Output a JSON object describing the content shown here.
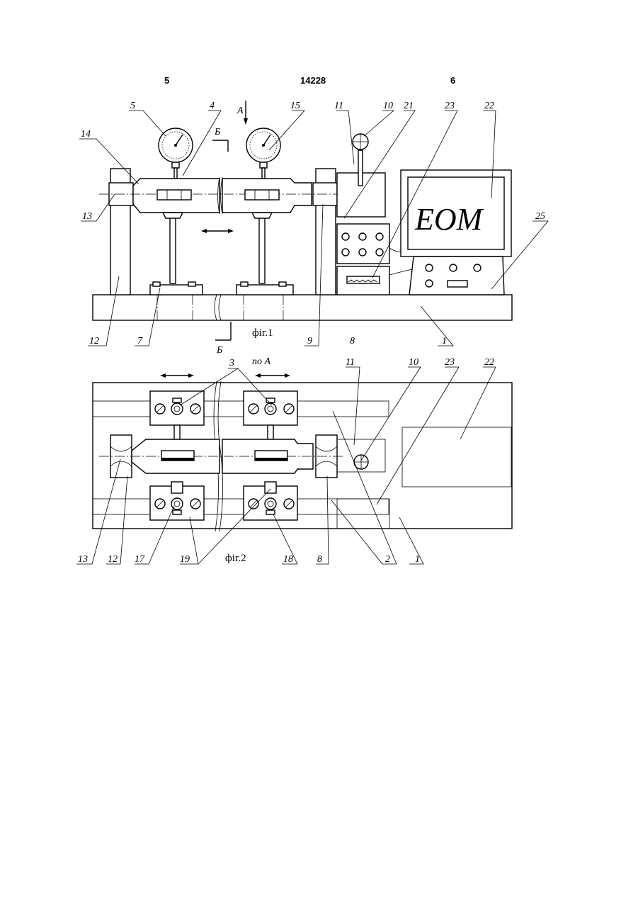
{
  "header": {
    "page_left": "5",
    "patent_number": "14228",
    "page_right": "6"
  },
  "figures": {
    "fig1_caption": "фіг.1",
    "fig2_caption": "фіг.2",
    "section_mark": "Б",
    "view_mark": "А",
    "view_label": "по А",
    "computer_label": "ЕОМ"
  },
  "fig1_labels": {
    "n5": "5",
    "n4": "4",
    "n15": "15",
    "n11": "11",
    "n10": "10",
    "n21": "21",
    "n23": "23",
    "n22": "22",
    "n14": "14",
    "n13": "13",
    "n25": "25",
    "n12": "12",
    "n7": "7",
    "n9": "9",
    "n8": "8",
    "n1": "1"
  },
  "fig2_labels": {
    "n3": "3",
    "n11": "11",
    "n10": "10",
    "n23": "23",
    "n22": "22",
    "n13": "13",
    "n12": "12",
    "n17": "17",
    "n19": "19",
    "n18": "18",
    "n8": "8",
    "n2": "2",
    "n1": "1"
  }
}
